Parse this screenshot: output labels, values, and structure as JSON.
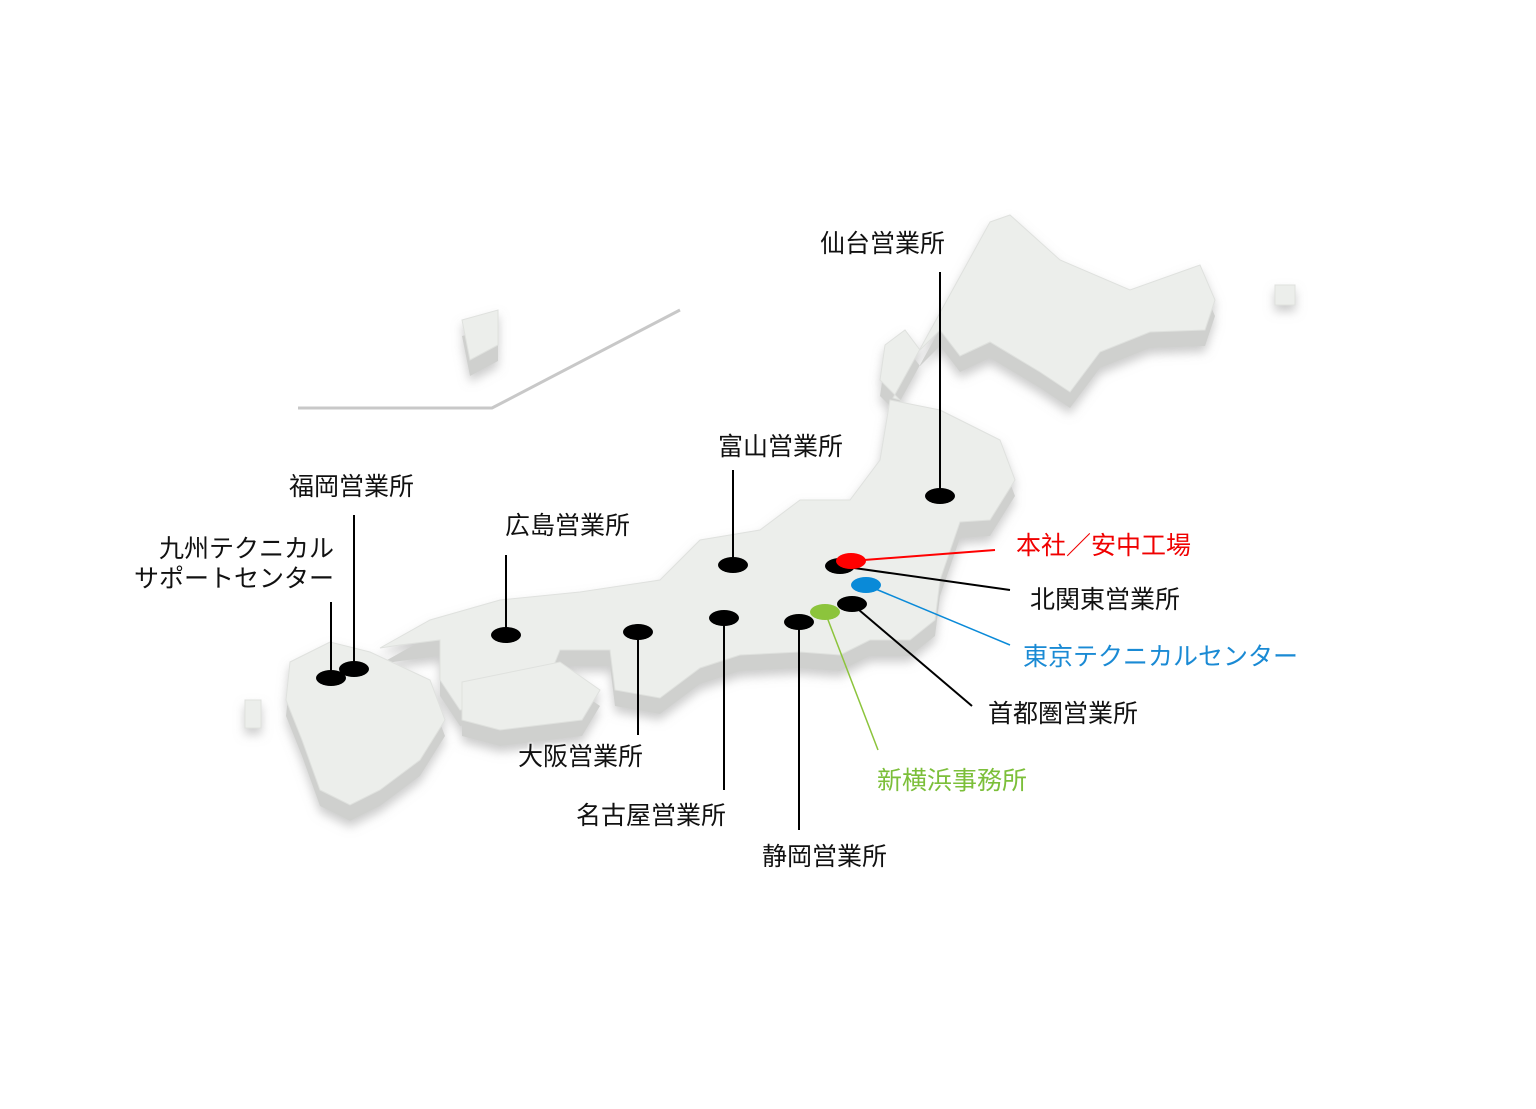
{
  "title": "Office locations map of Japan",
  "colors": {
    "land": "#ecedeb",
    "land_side": "#c9cac8",
    "marker": "#000000",
    "hq": "#ff0000",
    "tech_center": "#0a8ad8",
    "office": "#8cc43c"
  },
  "locations": {
    "sendai": {
      "label": "仙台営業所",
      "type": "sales"
    },
    "toyama": {
      "label": "富山営業所",
      "type": "sales"
    },
    "hiroshima": {
      "label": "広島営業所",
      "type": "sales"
    },
    "fukuoka": {
      "label": "福岡営業所",
      "type": "sales"
    },
    "kyushu_tech": {
      "label_line1": "九州テクニカル",
      "label_line2": "サポートセンター",
      "type": "support"
    },
    "osaka": {
      "label": "大阪営業所",
      "type": "sales"
    },
    "nagoya": {
      "label": "名古屋営業所",
      "type": "sales"
    },
    "shizuoka": {
      "label": "静岡営業所",
      "type": "sales"
    },
    "kita_kanto": {
      "label": "北関東営業所",
      "type": "sales"
    },
    "headquarters": {
      "label": "本社／安中工場",
      "type": "headquarters"
    },
    "tokyo_tech": {
      "label": "東京テクニカルセンター",
      "type": "tech_center"
    },
    "shutoken": {
      "label": "首都圏営業所",
      "type": "sales"
    },
    "shin_yokohama": {
      "label": "新横浜事務所",
      "type": "office"
    }
  }
}
